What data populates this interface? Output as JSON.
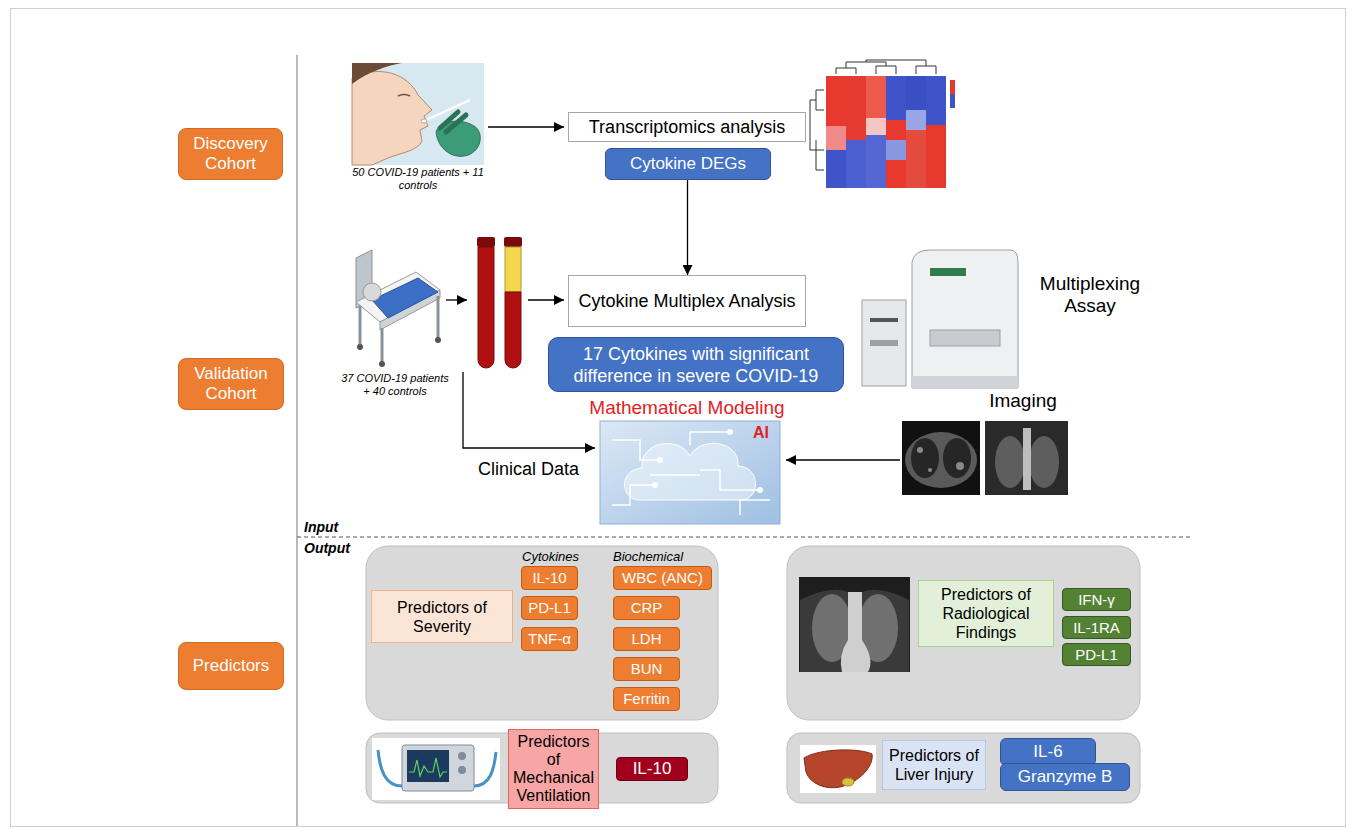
{
  "diagram": {
    "nodes": [
      {
        "text": [
          "Discovery Cohort"
        ]
      },
      {
        "text": [
          "Transcriptomics analysis"
        ]
      },
      {
        "text": [
          "Cytokine DEGs"
        ]
      },
      {
        "text": [
          "Validation Cohort"
        ]
      },
      {
        "text": [
          "Cytokine Multiplex Analysis"
        ]
      },
      {
        "text": [
          "17 Cytokines with significant difference in severe COVID-19"
        ]
      },
      {
        "text": [
          "Predictors"
        ]
      },
      {
        "text": [
          "Predictors of Severity"
        ]
      },
      {
        "text": [
          "IL-10"
        ]
      },
      {
        "text": [
          "PD-L1"
        ]
      },
      {
        "text": [
          "TNF-α"
        ]
      },
      {
        "text": [
          "WBC (ANC)"
        ]
      },
      {
        "text": [
          "CRP"
        ]
      },
      {
        "text": [
          "LDH"
        ]
      },
      {
        "text": [
          "BUN"
        ]
      },
      {
        "text": [
          "Ferritin"
        ]
      },
      {
        "text": [
          "Predictors of Radiological Findings"
        ]
      },
      {
        "text": [
          "IFN-γ"
        ]
      },
      {
        "text": [
          "IL-1RA"
        ]
      },
      {
        "text": [
          "PD-L1"
        ]
      },
      {
        "text": [
          "Predictors of Mechanical Ventilation"
        ]
      },
      {
        "text": [
          "IL-10"
        ]
      },
      {
        "text": [
          "Predictors of Liver Injury"
        ]
      },
      {
        "text": [
          "IL-6"
        ]
      },
      {
        "text": [
          "Granzyme B"
        ]
      }
    ],
    "edges": [
      {
        "from": 2,
        "to": 4,
        "arrow": "to"
      }
    ],
    "labels": [
      "50 COVID-19 patients + 11 controls",
      "Multiplexing Assay",
      "37 COVID-19 patients + 40 controls",
      "Mathematical Modeling",
      "AI",
      "Imaging",
      "Clinical Data",
      "Input",
      "Output",
      "Cytokines",
      "Biochemical"
    ]
  }
}
